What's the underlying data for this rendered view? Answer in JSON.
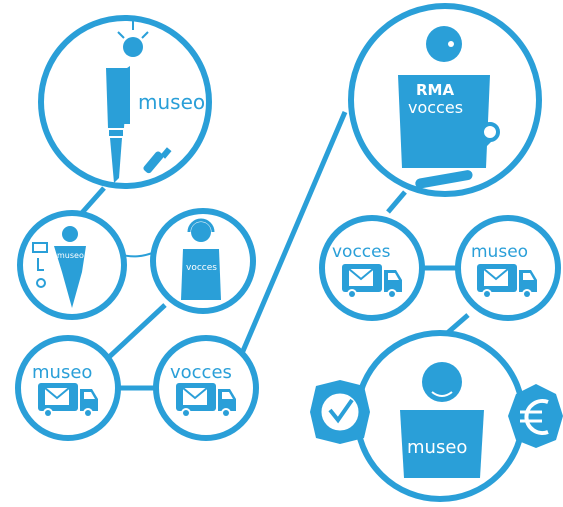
{
  "colors": {
    "primary": "#2a9fd8",
    "background": "#ffffff"
  },
  "labels": {
    "top_left": "museo",
    "middle_left_person": "museo",
    "middle_left_agent": "vocces",
    "van_left_a": "museo",
    "van_left_b": "vocces",
    "rma_title": "RMA",
    "rma_sub": "vocces",
    "van_right_a": "vocces",
    "van_right_b": "museo",
    "bottom_right": "museo"
  },
  "icons": [
    "broken-item-icon",
    "broken-person-icon",
    "contact-mail-icon",
    "contact-phone-icon",
    "contact-at-icon",
    "headset-agent-icon",
    "envelope-icon",
    "delivery-van-icon",
    "wrench-icon",
    "clock-check-icon",
    "euro-icon"
  ]
}
